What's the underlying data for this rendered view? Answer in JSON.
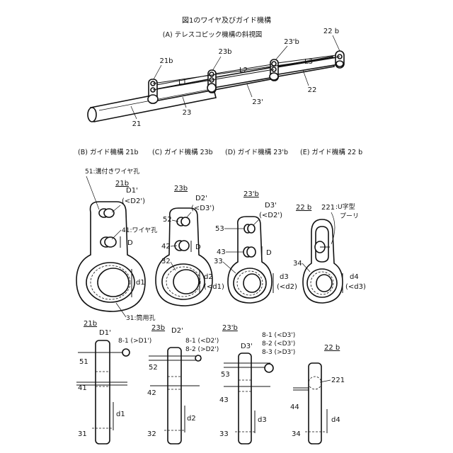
{
  "figure": {
    "title": "図1のワイヤ及びガイド機構",
    "panel_a_caption": "(A) テレスコピック機構の斜視図"
  },
  "panel_a": {
    "labels": [
      "21b",
      "23b",
      "23'b",
      "22 b",
      "L1",
      "L2",
      "L3",
      "21",
      "23",
      "23'",
      "22"
    ]
  },
  "panel_captions": [
    "(B) ガイド機構 21b",
    "(C) ガイド機構 23b",
    "(D) ガイド機構 23'b",
    "(E) ガイド機構 22 b"
  ],
  "panel_b": {
    "title": "21b",
    "groove_hole": "51:溝付きワイヤ孔",
    "d1prime": "D1'",
    "d2prime_lt": "(<D2')",
    "wire_hole": "41:ワイヤ孔",
    "d": "D",
    "d1": "d1",
    "tube_hole": "31:筒用孔"
  },
  "panel_c": {
    "title": "23b",
    "d2prime": "D2'",
    "d3prime_lt": "(<D3')",
    "n52": "52",
    "n42": "42",
    "d": "D",
    "n32": "32",
    "d2": "d2",
    "d1_lt": "(<d1)"
  },
  "panel_d": {
    "title": "23'b",
    "d3prime": "D3'",
    "d2prime_lt": "(<D2')",
    "n53": "53",
    "n43": "43",
    "d": "D",
    "n33": "33",
    "d3": "d3",
    "d2_lt": "(<d2)"
  },
  "panel_e": {
    "title": "22 b",
    "pulley_num": "221",
    "pulley_name": ":U字型",
    "pulley_name2": "プーリ",
    "n34": "34",
    "d4": "d4",
    "d3_lt": "(<d3)"
  },
  "side_views": {
    "b": {
      "title": "21b",
      "d1prime": "D1'",
      "wire": "8-1 (>D1')",
      "n51": "51",
      "n41": "41",
      "d1": "d1",
      "n31": "31"
    },
    "c": {
      "title": "23b",
      "d2prime": "D2'",
      "wire1": "8-1 (<D2')",
      "wire2": "8-2 (>D2')",
      "n52": "52",
      "n42": "42",
      "d2": "d2",
      "n32": "32"
    },
    "d": {
      "title": "23'b",
      "d3prime": "D3'",
      "wire1": "8-1 (<D3')",
      "wire2": "8-2 (<D3')",
      "wire3": "8-3 (>D3')",
      "n53": "53",
      "n43": "43",
      "d3": "d3",
      "n33": "33"
    },
    "e": {
      "title": "22 b",
      "n221": "221",
      "n44": "44",
      "d4": "d4",
      "n34": "34"
    }
  }
}
